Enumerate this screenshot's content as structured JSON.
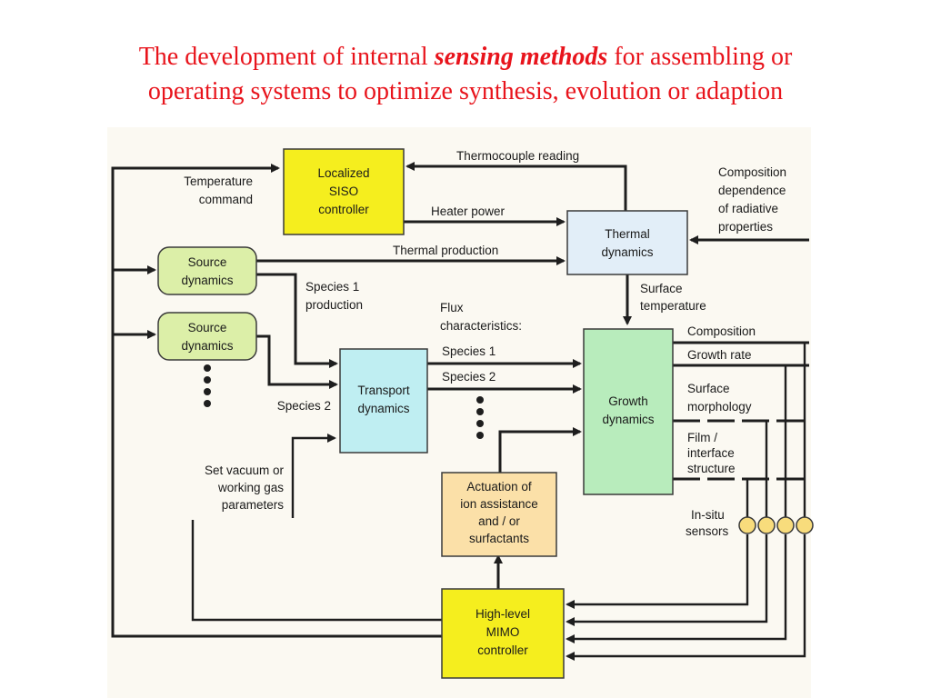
{
  "title": {
    "before": "The development of internal ",
    "emphasis": "sensing methods",
    "after_line1": " for assembling or",
    "line2": "operating systems to optimize synthesis, evolution or adaption"
  },
  "nodes": {
    "siso": [
      "Localized",
      "SISO",
      "controller"
    ],
    "source1": [
      "Source",
      "dynamics"
    ],
    "source2": [
      "Source",
      "dynamics"
    ],
    "thermal": [
      "Thermal",
      "dynamics"
    ],
    "transport": [
      "Transport",
      "dynamics"
    ],
    "growth": [
      "Growth",
      "dynamics"
    ],
    "actuation": [
      "Actuation of",
      "ion assistance",
      "and / or",
      "surfactants"
    ],
    "mimo": [
      "High-level",
      "MIMO",
      "controller"
    ]
  },
  "labels": {
    "temperature_command": [
      "Temperature",
      "command"
    ],
    "thermocouple_reading": "Thermocouple reading",
    "heater_power": "Heater power",
    "thermal_production": "Thermal production",
    "composition_dependence": [
      "Composition",
      "dependence",
      "of radiative",
      "properties"
    ],
    "species1_production": [
      "Species 1",
      "production"
    ],
    "surface_temperature": [
      "Surface",
      "temperature"
    ],
    "flux_characteristics": [
      "Flux",
      "characteristics:"
    ],
    "species1": "Species 1",
    "species2_flux": "Species 2",
    "species2": "Species 2",
    "composition": "Composition",
    "growth_rate": "Growth rate",
    "surface_morphology": [
      "Surface",
      "morphology"
    ],
    "film_interface": [
      "Film /",
      "interface",
      "structure"
    ],
    "vacuum": [
      "Set vacuum or",
      "working gas",
      "parameters"
    ],
    "insitu": [
      "In-situ",
      "sensors"
    ]
  },
  "colors": {
    "title": "#e8141c",
    "controller_yellow": "#f5ee1e",
    "source_green": "#dcefa8",
    "thermal_blue": "#e2eef8",
    "transport_cyan": "#bfeef2",
    "growth_green": "#b8ecbc",
    "actuation_tan": "#fbe0a8",
    "sensor_gold": "#f8dc7c",
    "background_cream": "#fbf9f2"
  }
}
